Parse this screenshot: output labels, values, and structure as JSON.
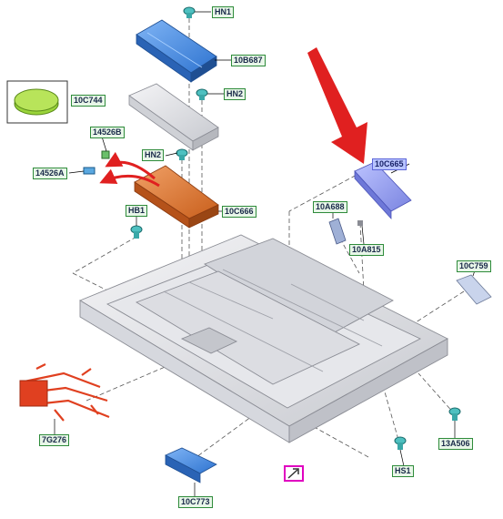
{
  "labels": {
    "HN1": "HN1",
    "B10B687": "10B687",
    "C10C744": "10C744",
    "HN2_top": "HN2",
    "L14526B": "14526B",
    "L14526A": "14526A",
    "HN2_mid": "HN2",
    "C10C666": "10C666",
    "HB1": "HB1",
    "A10A688": "10A688",
    "A10A815": "10A815",
    "C10C665": "10C665",
    "C10C759": "10C759",
    "G7G276": "7G276",
    "A13A506": "13A506",
    "HS1": "HS1",
    "C10C773": "10C773"
  },
  "colors": {
    "label_border": "#2e8b3a",
    "label_fill": "#e8f6e8",
    "highlight_label_fill": "#b8c4ff",
    "callout_arrow": "#e02020",
    "heatshield_blue": "#3d86e0",
    "module_orange": "#e07a35",
    "harness_red": "#e04020",
    "cover_green": "#9ad43a",
    "ref_box": "#e000c0"
  },
  "icons": [
    "red-callout-arrow",
    "cross-reference-arrow-icon"
  ]
}
